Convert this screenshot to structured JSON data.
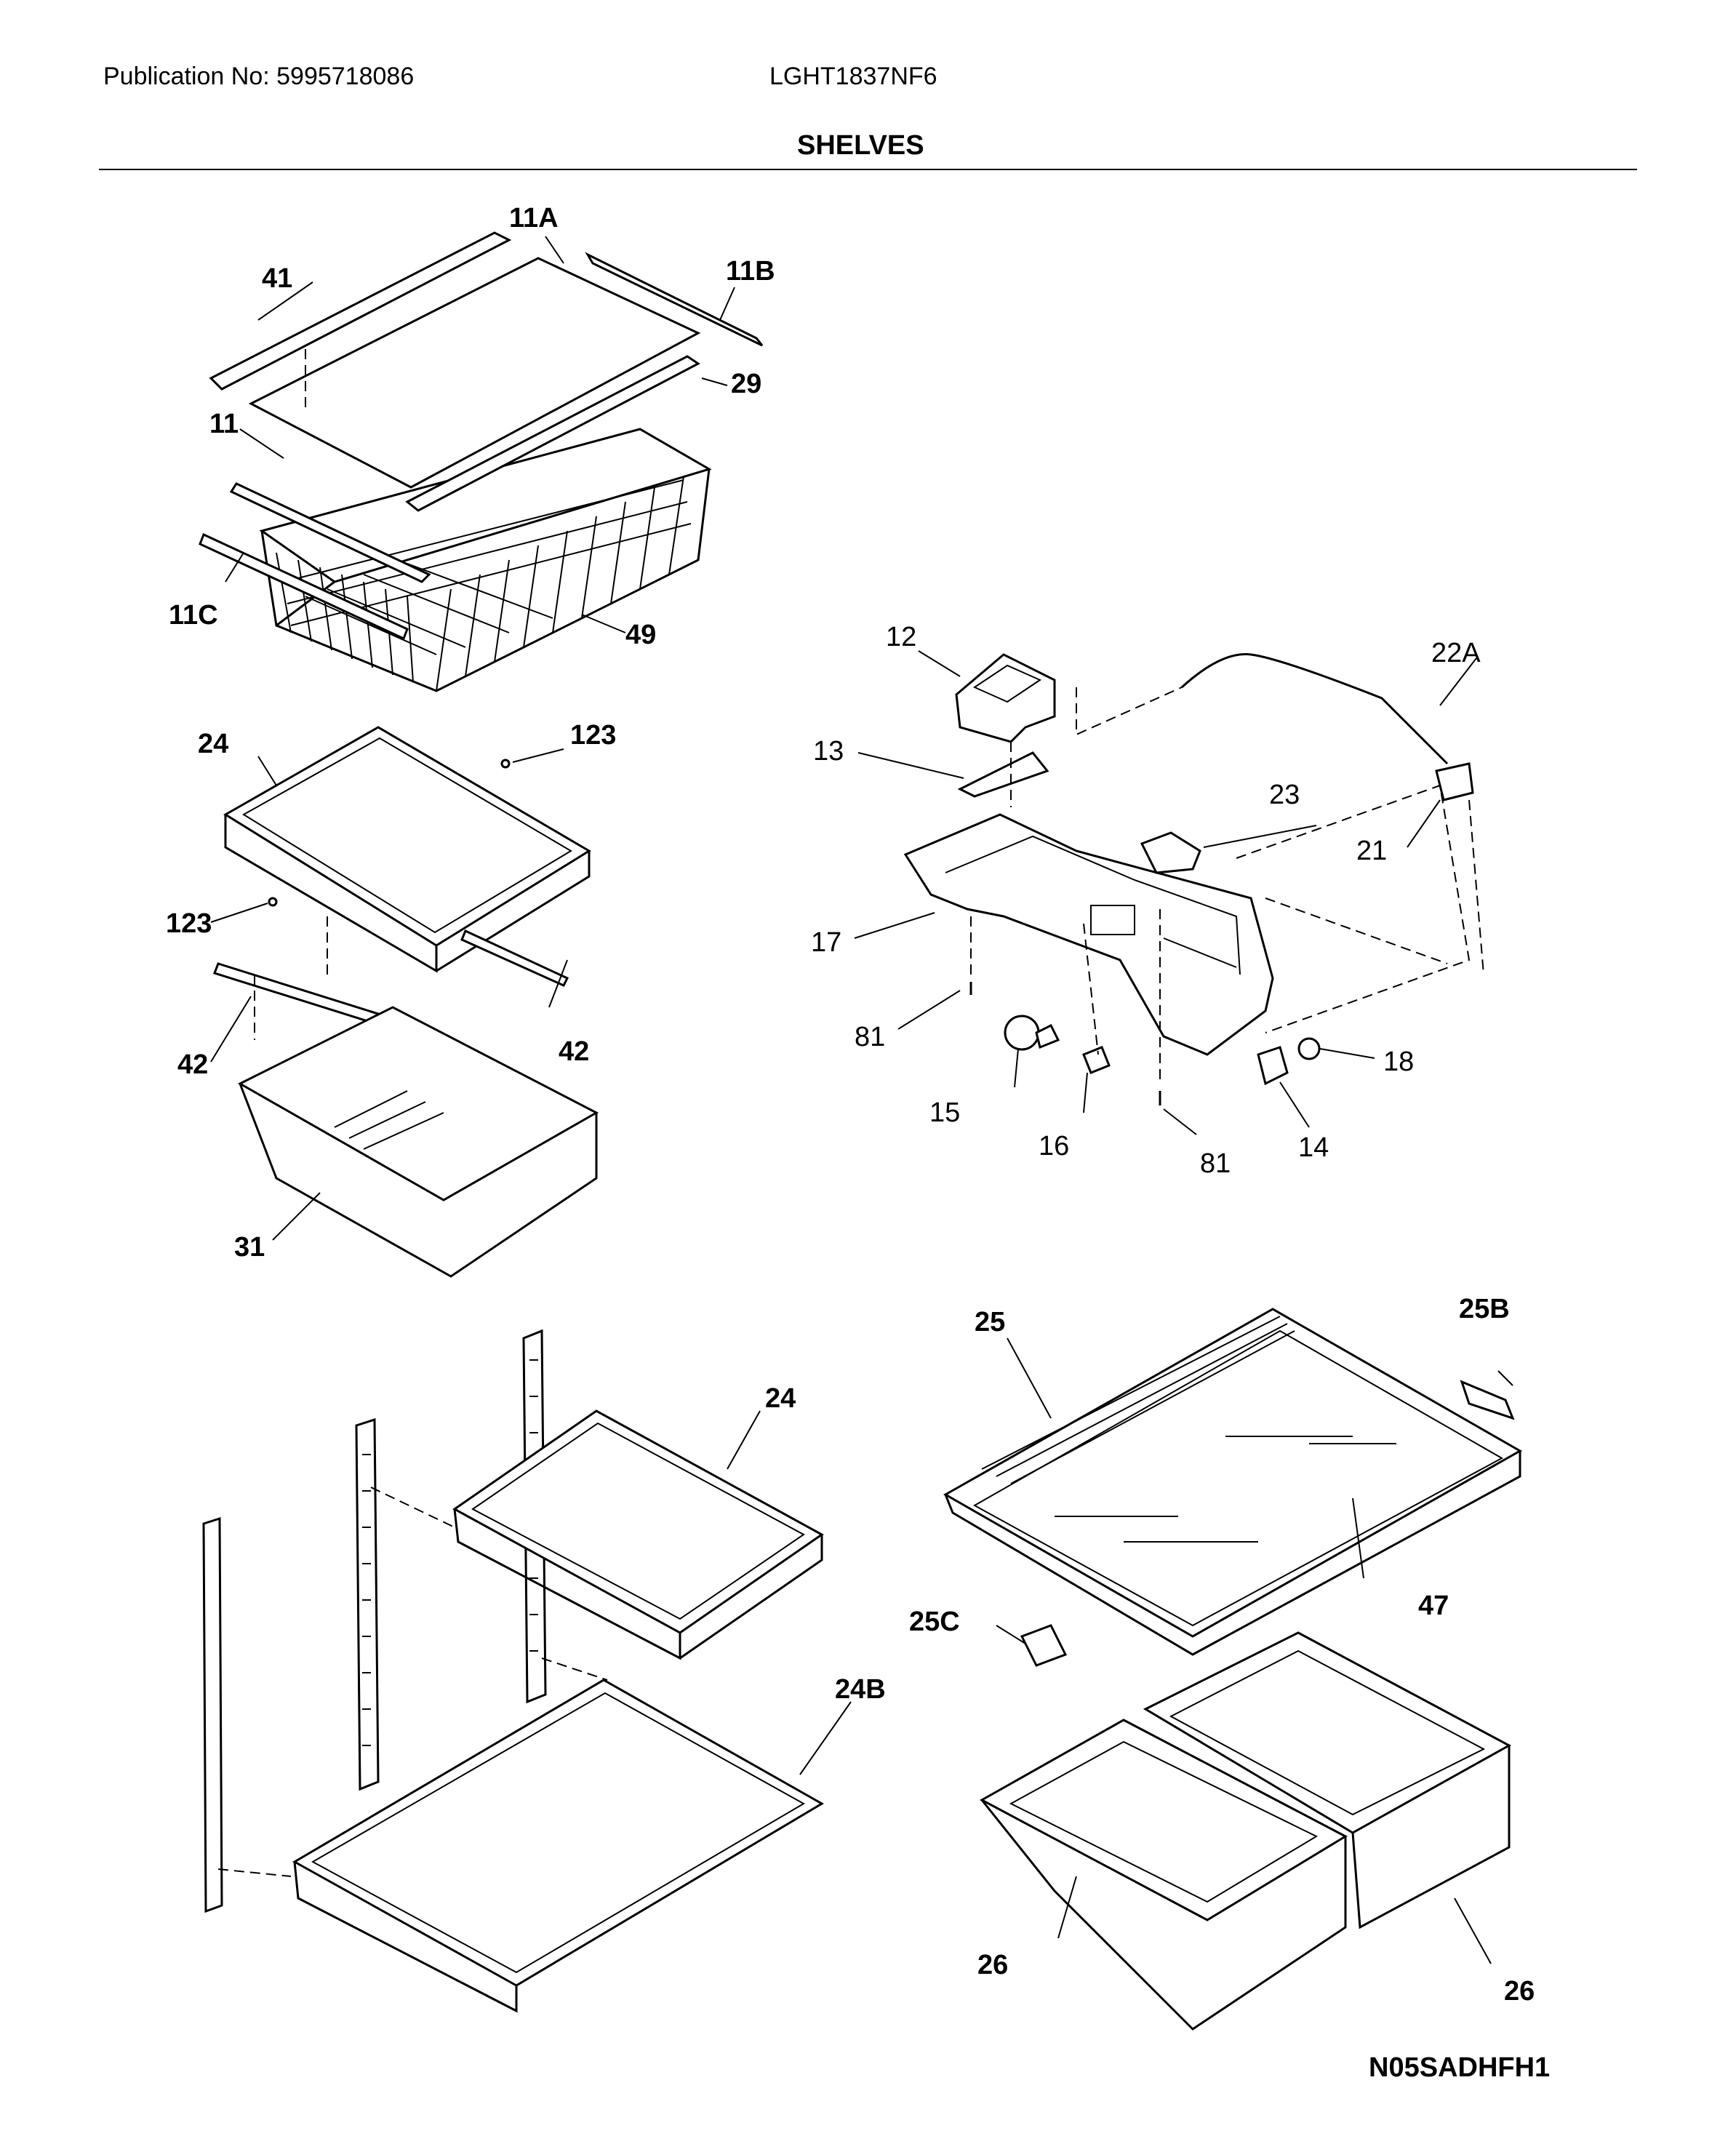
{
  "header": {
    "publication": "Publication No: 5995718086",
    "model": "LGHT1837NF6",
    "title": "SHELVES"
  },
  "diagram": {
    "code": "N05SADHFH1",
    "labels": {
      "l11A": "11A",
      "l41": "41",
      "l11B": "11B",
      "l29": "29",
      "l11": "11",
      "l11C": "11C",
      "l49": "49",
      "l24a": "24",
      "l123a": "123",
      "l123b": "123",
      "l42a": "42",
      "l42b": "42",
      "l31": "31",
      "l12": "12",
      "l22A": "22A",
      "l13": "13",
      "l23": "23",
      "l21": "21",
      "l17": "17",
      "l81a": "81",
      "l18": "18",
      "l15": "15",
      "l16": "16",
      "l81b": "81",
      "l14": "14",
      "l25": "25",
      "l25B": "25B",
      "l24c": "24",
      "l47": "47",
      "l25C": "25C",
      "l24B": "24B",
      "l26a": "26",
      "l26b": "26"
    }
  }
}
